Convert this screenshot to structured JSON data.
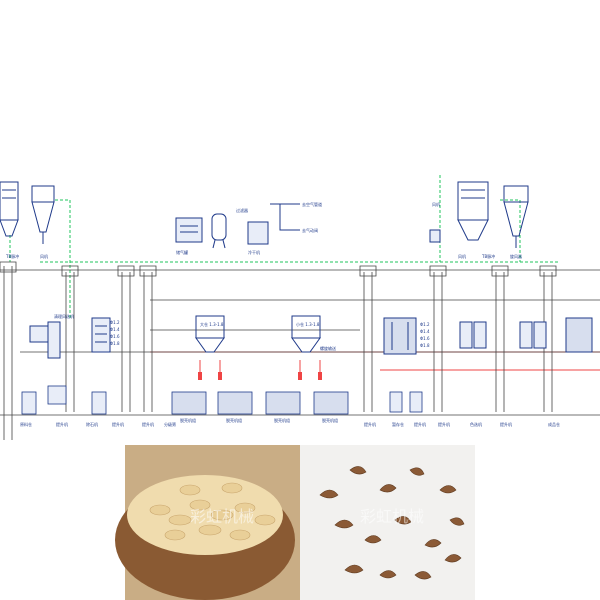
{
  "diagram": {
    "top_labels": {
      "dust_filter_left": "TB脉冲",
      "fan_left": "风机",
      "air_storage": "储气罐",
      "dryer": "冷干机",
      "filter": "过滤器",
      "air_note_1": "去空气管道",
      "air_note_2": "去气动阀",
      "fan_right_small": "风机",
      "fan_right": "风机",
      "dust_filter_right": "TB脉冲",
      "cyclone_right": "旋风器"
    },
    "mid_labels": {
      "sorter": "清理风选机",
      "big_bin": "大仓 1.3-1.8",
      "small_bin": "小仓 1.3-1.8",
      "sizes_a": [
        "Φ1.2",
        "Φ1.4",
        "Φ1.6",
        "Φ1.8"
      ],
      "sizes_b": [
        "Φ1.2",
        "Φ1.4",
        "Φ1.6",
        "Φ1.8"
      ],
      "conveyor_note": "螺旋输送"
    },
    "bottom_labels": [
      "原料仓",
      "提升机",
      "除石机",
      "提升机",
      "提升机",
      "分级筛",
      "脱壳机组",
      "脱壳机组",
      "脱壳机组",
      "脱壳机组",
      "提升机",
      "暂存仓",
      "提升机",
      "提升机",
      "色选机",
      "提升机",
      "成品仓"
    ],
    "watermark": "彩虹机械"
  },
  "colors": {
    "equipment": "#1f3a8a",
    "dust_pipe": "#22c55e",
    "air_pipe": "#ef4444",
    "frame": "#444444"
  }
}
